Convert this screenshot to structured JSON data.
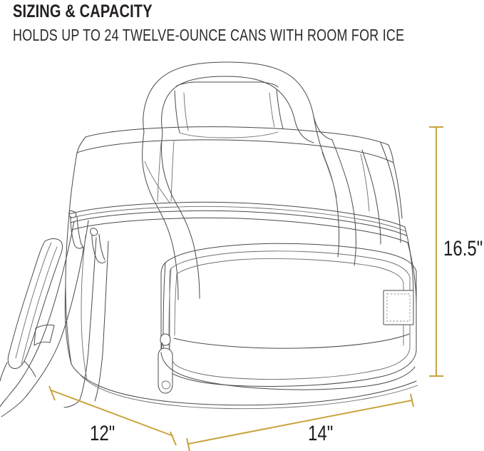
{
  "header": {
    "title": "SIZING & CAPACITY",
    "subtitle": "HOLDS UP TO 24 TWELVE-OUNCE CANS WITH ROOM FOR ICE"
  },
  "dimensions": {
    "height": {
      "label": "16.5\"",
      "orientation": "vertical",
      "side": "right"
    },
    "depth": {
      "label": "12\"",
      "orientation": "diagonal",
      "side": "bottom-left"
    },
    "width": {
      "label": "14\"",
      "orientation": "diagonal",
      "side": "bottom-right"
    }
  },
  "product": {
    "name": "soft-cooler-bag",
    "parts": [
      "top-carry-handle",
      "handle-wrap-straps",
      "lid-zipper",
      "main-body",
      "front-zippered-pocket",
      "pocket-zipper-pull",
      "logo-patch",
      "shoulder-strap",
      "shoulder-pad",
      "strap-hardware-clips"
    ]
  },
  "colors": {
    "ink": "#231f20",
    "line": "#4a4a4f",
    "line_soft": "#6d6d72",
    "dimension": "#c9a33f",
    "background": "#ffffff"
  }
}
